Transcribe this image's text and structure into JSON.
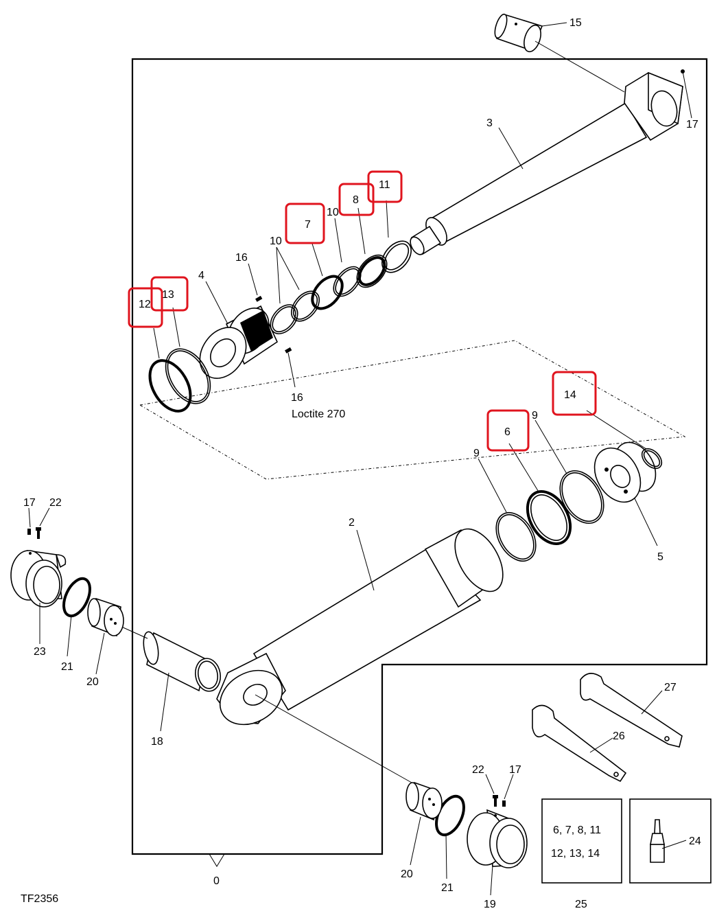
{
  "figure_id": "TF2356",
  "sealant_note": "Loctite 270",
  "labels": {
    "p0": "0",
    "p2": "2",
    "p3": "3",
    "p4": "4",
    "p5": "5",
    "p6": "6",
    "p7": "7",
    "p8": "8",
    "p9a": "9",
    "p9b": "9",
    "p10a": "10",
    "p10b": "10",
    "p11": "11",
    "p12": "12",
    "p13": "13",
    "p14": "14",
    "p15": "15",
    "p16a": "16",
    "p16b": "16",
    "p17a": "17",
    "p17b": "17",
    "p17c": "17",
    "p18": "18",
    "p19": "19",
    "p20a": "20",
    "p20b": "20",
    "p21a": "21",
    "p21b": "21",
    "p22a": "22",
    "p22b": "22",
    "p23": "23",
    "p24": "24",
    "p25": "25",
    "p26": "26",
    "p27": "27"
  },
  "seal_kit": {
    "line1": "6, 7, 8, 11",
    "line2": "12, 13, 14"
  },
  "highlighted_parts": [
    "6",
    "7",
    "8",
    "11",
    "12",
    "13",
    "14"
  ],
  "highlight_color": "#e0141e"
}
